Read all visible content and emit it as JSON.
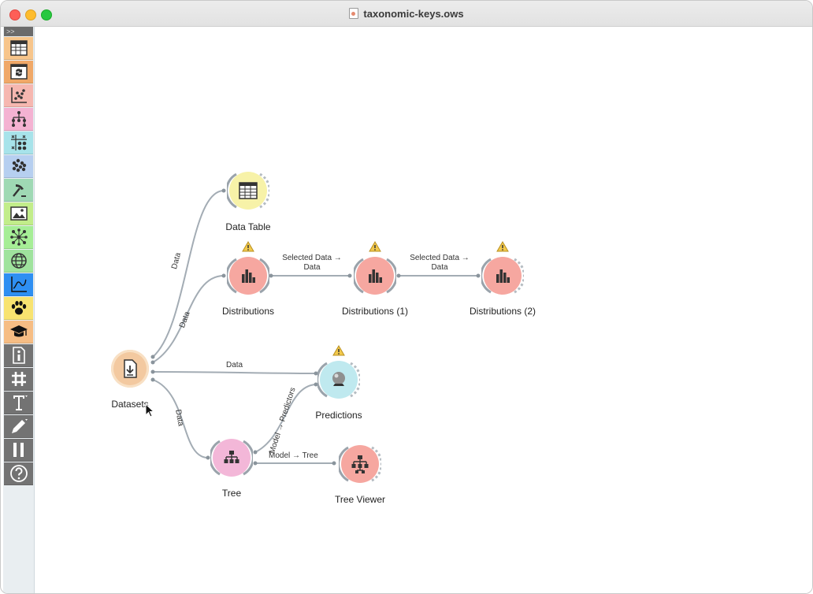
{
  "window": {
    "title": "taxonomic-keys.ows"
  },
  "toolbar": {
    "collapse_label": ">>",
    "categories": [
      {
        "name": "table-icon",
        "color": "#f7c58b"
      },
      {
        "name": "transform-icon",
        "color": "#f0a868"
      },
      {
        "name": "scatter-icon",
        "color": "#f6b7b0"
      },
      {
        "name": "hierarchy-icon",
        "color": "#f4b2d2"
      },
      {
        "name": "matrix-icon",
        "color": "#a7e3ea"
      },
      {
        "name": "cluster-icon",
        "color": "#b6cff0"
      },
      {
        "name": "pickaxe-icon",
        "color": "#9fd9b4"
      },
      {
        "name": "image-icon",
        "color": "#c2ed8a"
      },
      {
        "name": "network-icon",
        "color": "#a6ee96"
      },
      {
        "name": "globe-icon",
        "color": "#9fe39d"
      },
      {
        "name": "timeseries-icon",
        "color": "#2e8ff2"
      },
      {
        "name": "paw-icon",
        "color": "#f8e370"
      },
      {
        "name": "graduation-cap-icon",
        "color": "#f6bd84"
      },
      {
        "name": "info-icon",
        "color": "#737373"
      },
      {
        "name": "hash-icon",
        "color": "#737373"
      },
      {
        "name": "text-icon",
        "color": "#737373"
      },
      {
        "name": "pen-icon",
        "color": "#737373"
      },
      {
        "name": "pause-icon",
        "color": "#737373"
      },
      {
        "name": "help-icon",
        "color": "#737373"
      }
    ]
  },
  "nodes": {
    "datasets": {
      "label": "Datasets",
      "color": "#f3c9a0"
    },
    "data_table": {
      "label": "Data Table",
      "color": "#f7f2a8"
    },
    "distributions": {
      "label": "Distributions",
      "color": "#f6a7a0"
    },
    "distributions_1": {
      "label": "Distributions (1)",
      "color": "#f6a7a0"
    },
    "distributions_2": {
      "label": "Distributions (2)",
      "color": "#f6a7a0"
    },
    "predictions": {
      "label": "Predictions",
      "color": "#bfe9ef"
    },
    "tree": {
      "label": "Tree",
      "color": "#f3b7d8"
    },
    "tree_viewer": {
      "label": "Tree Viewer",
      "color": "#f6a7a0"
    }
  },
  "links": {
    "datasets_to_table": "Data",
    "datasets_to_distributions": "Data",
    "datasets_to_predictions": "Data",
    "datasets_to_tree": "Data",
    "dist_to_dist1": "Selected Data → Data",
    "dist1_to_dist2": "Selected Data → Data",
    "tree_to_predictions": "Model → Predictors",
    "tree_to_viewer": "Model → Tree"
  },
  "colors": {
    "link": "#a3acb4",
    "warning": "#f2c94c"
  }
}
